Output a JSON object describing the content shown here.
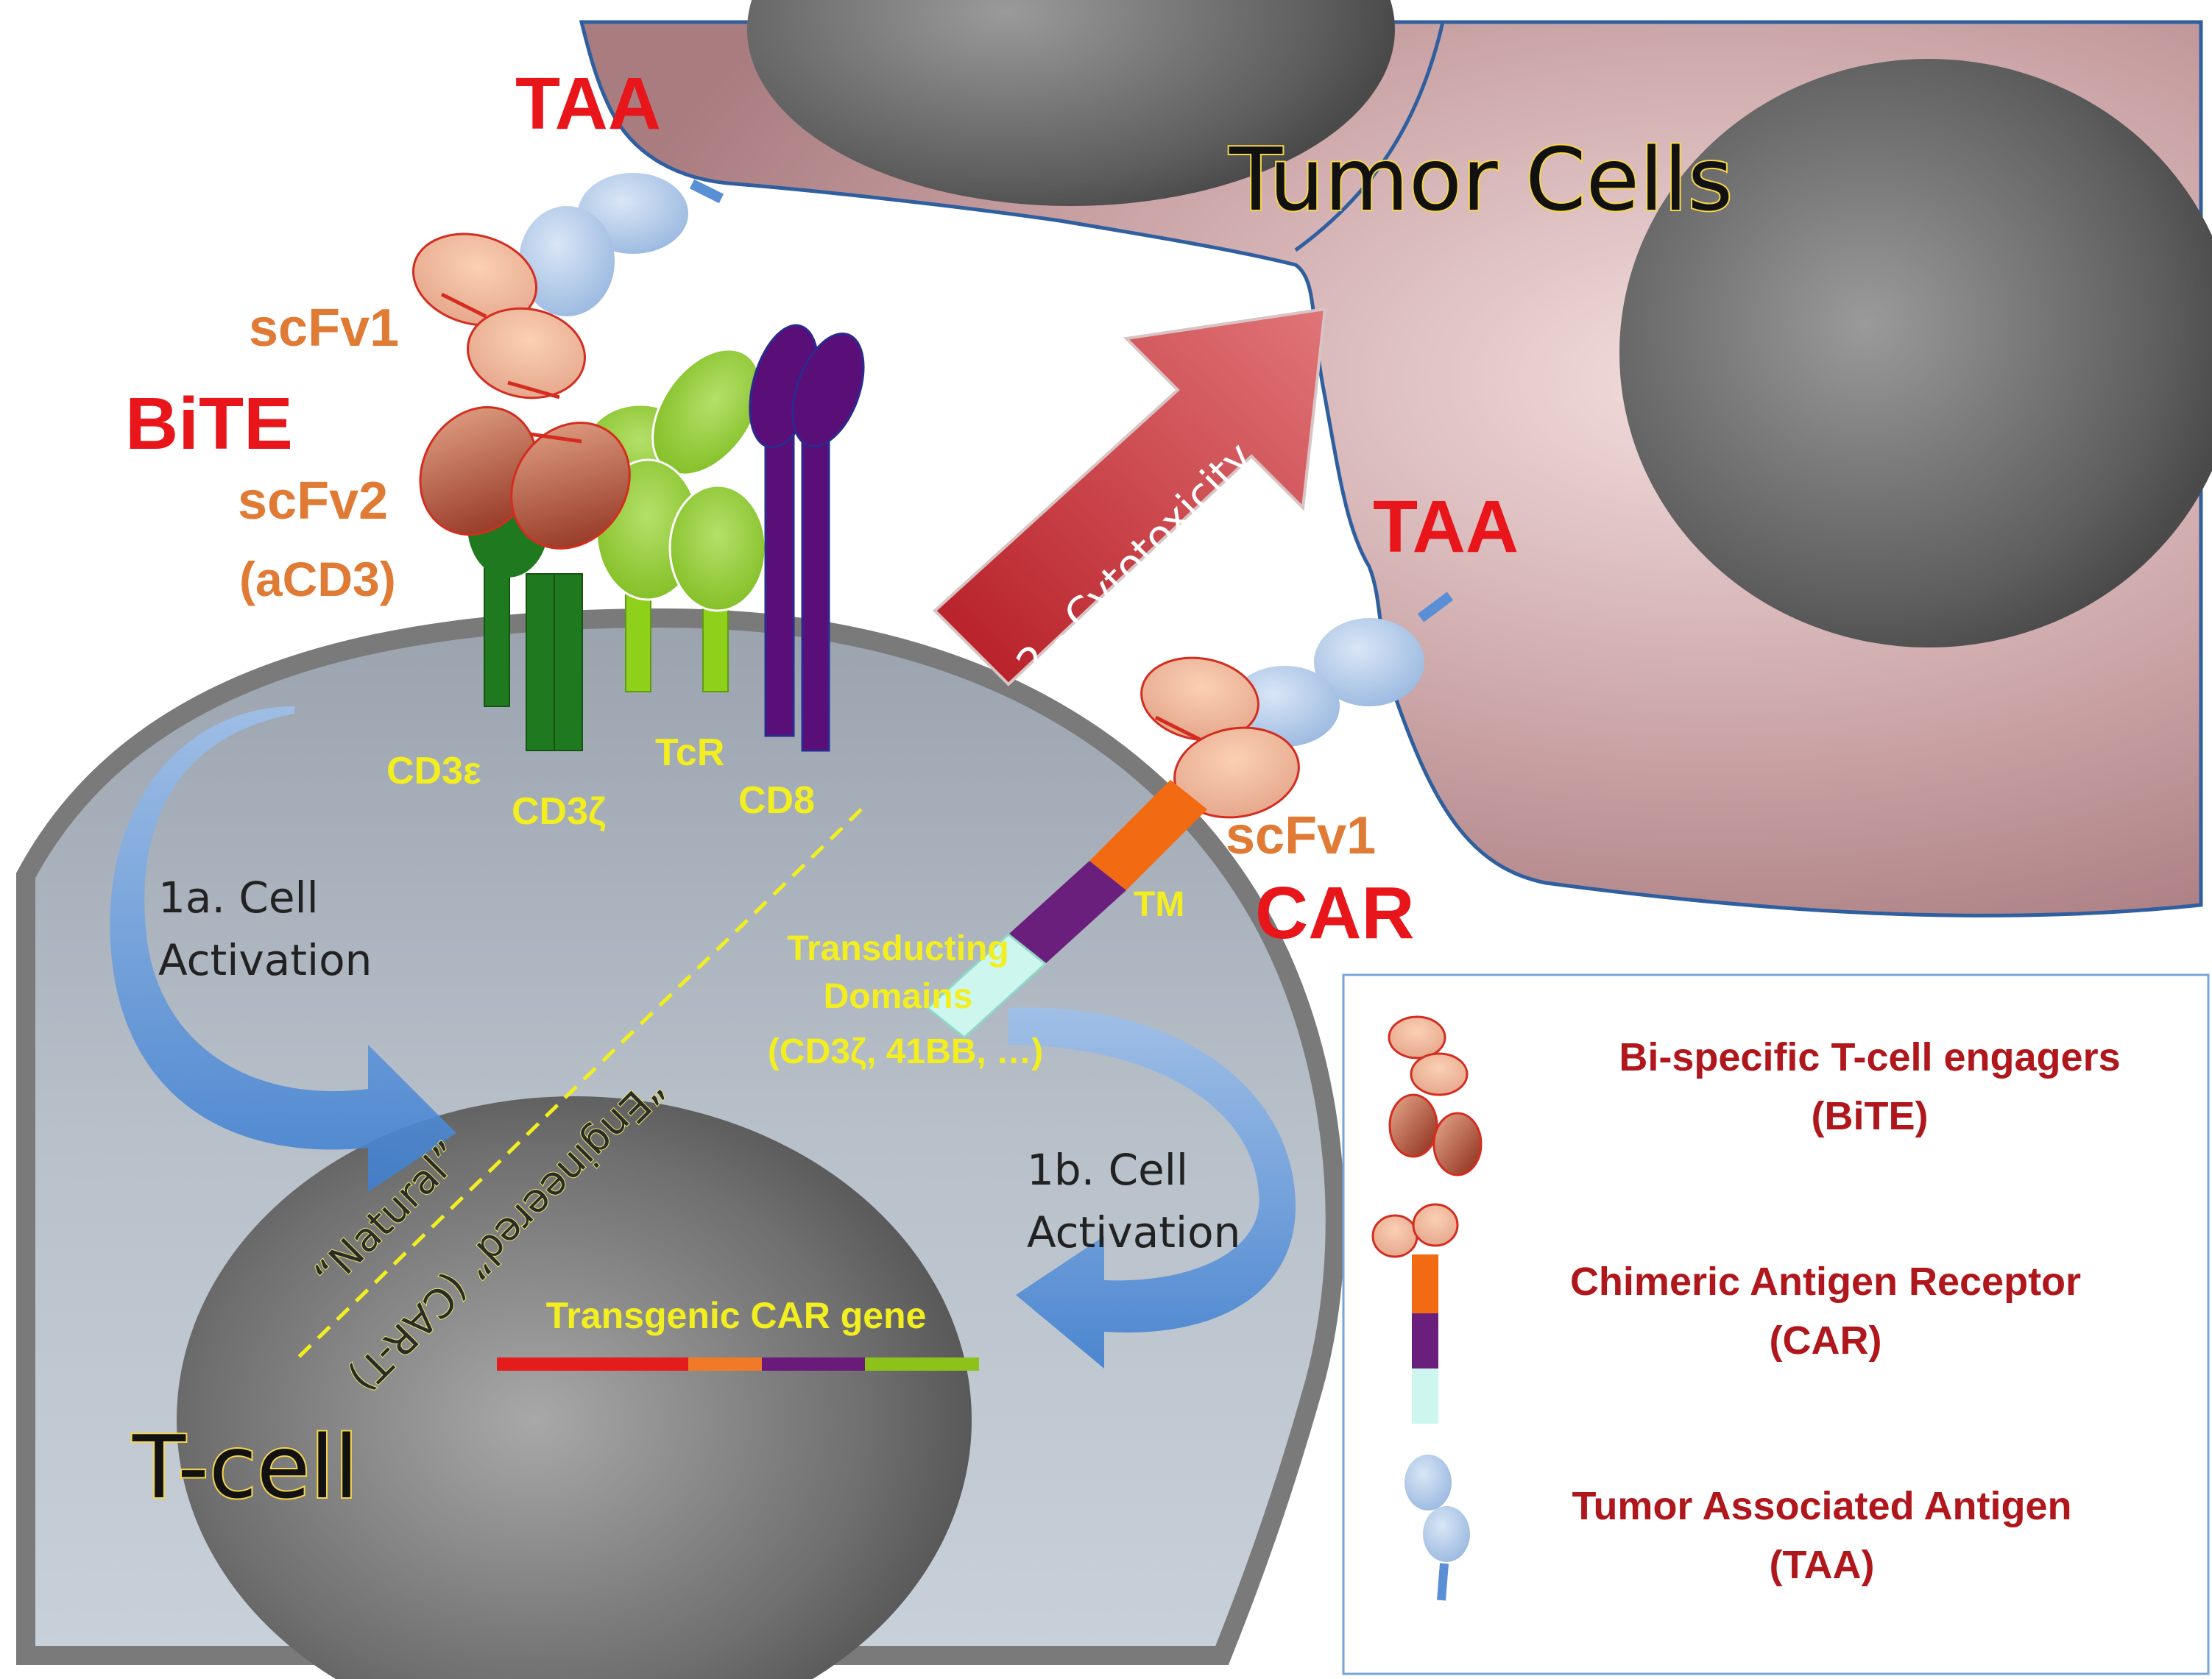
{
  "labels": {
    "taa_top": "TAA",
    "tumor_cells": "Tumor Cells",
    "scfv1_bite": "scFv1",
    "bite": "BiTE",
    "scfv2": "scFv2",
    "acd3": "(aCD3)",
    "cd3e": "CD3ε",
    "cd3z": "CD3ζ",
    "tcr": "TcR",
    "cd8": "CD8",
    "cytotoxicity": "2.- Cytotoxicity",
    "taa_right": "TAA",
    "scfv1_car": "scFv1",
    "car": "CAR",
    "tm": "TM",
    "transducting_1": "Transducting",
    "transducting_2": "Domains",
    "transducting_3": "(CD3ζ, 41BB, …)",
    "act1a_1": "1a. Cell",
    "act1a_2": "Activation",
    "act1b_1": "1b. Cell",
    "act1b_2": "Activation",
    "natural": "“Natural”",
    "engineered": "“Engineered” (CAR-T)",
    "transgene": "Transgenic CAR gene",
    "tcell": "T-cell"
  },
  "legend": {
    "items": [
      {
        "line1": "Bi-specific T-cell engagers",
        "line2": "(BiTE)"
      },
      {
        "line1": "Chimeric Antigen Receptor",
        "line2": "(CAR)"
      },
      {
        "line1": "Tumor Associated Antigen",
        "line2": "(TAA)"
      }
    ]
  },
  "colors": {
    "red_label": "#e8161b",
    "orange_label": "#e07b35",
    "yellow_label": "#f2ee20",
    "legend_text": "#b0171c",
    "tumor": "#c9a3a4",
    "tumor_edge": "#2f5f9f",
    "nucleus": "#6e6e6e",
    "cd3_green": "#1f7a1f",
    "tcr_green": "#8fd11a",
    "cd8_purple": "#5a0f78",
    "car_orange": "#f26a12",
    "car_purple": "#6b1f7d",
    "car_cyan": "#ccf6ee",
    "gene_red": "#e51c1c",
    "gene_orange": "#f07a28",
    "gene_purple": "#6a1a7a",
    "gene_green": "#8cc21a"
  }
}
